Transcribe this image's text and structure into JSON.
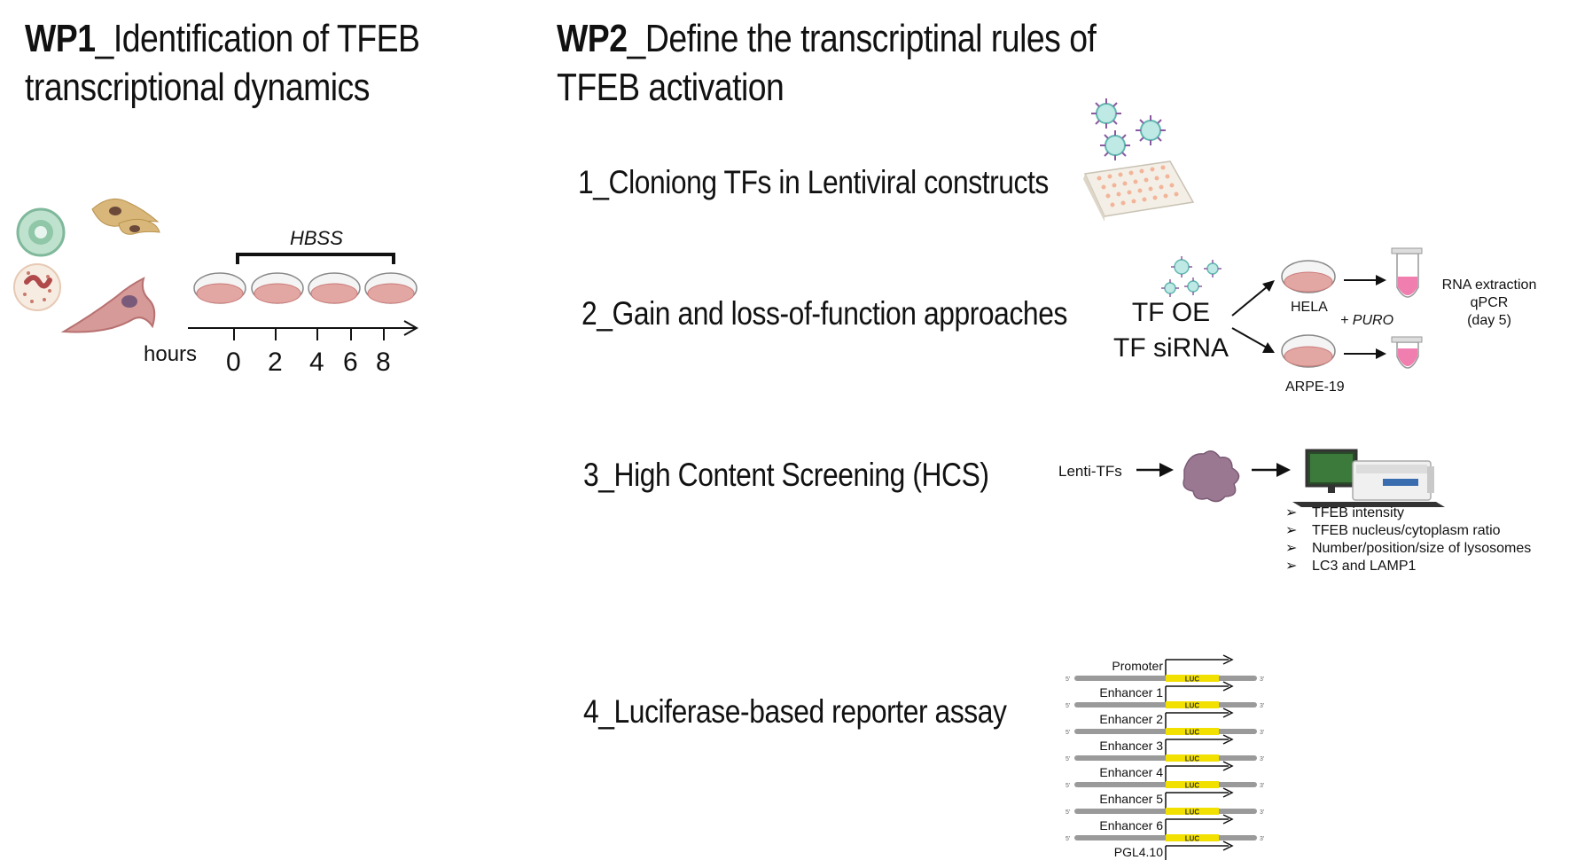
{
  "wp1": {
    "title_bold": "WP1",
    "title_line1": "_Identification of TFEB",
    "title_line2": "transcriptional dynamics",
    "treatment": "HBSS",
    "axis_label": "hours",
    "ticks": [
      "0",
      "2",
      "4",
      "6",
      "8"
    ]
  },
  "wp2": {
    "title_bold": "WP2",
    "title_line1": "_Define the transcriptinal rules of",
    "title_line2": "TFEB activation",
    "step1": "1_Cloniong TFs in Lentiviral constructs",
    "step2": "2_Gain and loss-of-function approaches",
    "step3": "3_High Content Screening (HCS)",
    "step4": "4_Luciferase-based reporter assay",
    "tf_oe": "TF OE",
    "tf_sirna": "TF siRNA",
    "cell_line_1": "HELA",
    "cell_line_2": "ARPE-19",
    "selection": "+ PURO",
    "rna_line1": "RNA extraction",
    "rna_line2": "qPCR",
    "rna_line3": "(day 5)",
    "lenti": "Lenti-TFs",
    "readouts": [
      "TFEB intensity",
      "TFEB nucleus/cytoplasm ratio",
      "Number/position/size of lysosomes",
      "LC3 and LAMP1"
    ],
    "constructs": [
      "Promoter",
      "Enhancer 1",
      "Enhancer 2",
      "Enhancer 3",
      "Enhancer 4",
      "Enhancer 5",
      "Enhancer 6",
      "PGL4.10"
    ],
    "luc_label": "LUC",
    "five_prime": "5'",
    "three_prime": "3'"
  },
  "colors": {
    "text": "#111111",
    "cell_pink": "#e6a9a0",
    "cell_purple": "#9b7892",
    "virus_teal": "#7fd0cc",
    "luc_yellow": "#f2e000",
    "backbone_gray": "#9a9a9a",
    "tube_pink": "#f07fb0"
  }
}
